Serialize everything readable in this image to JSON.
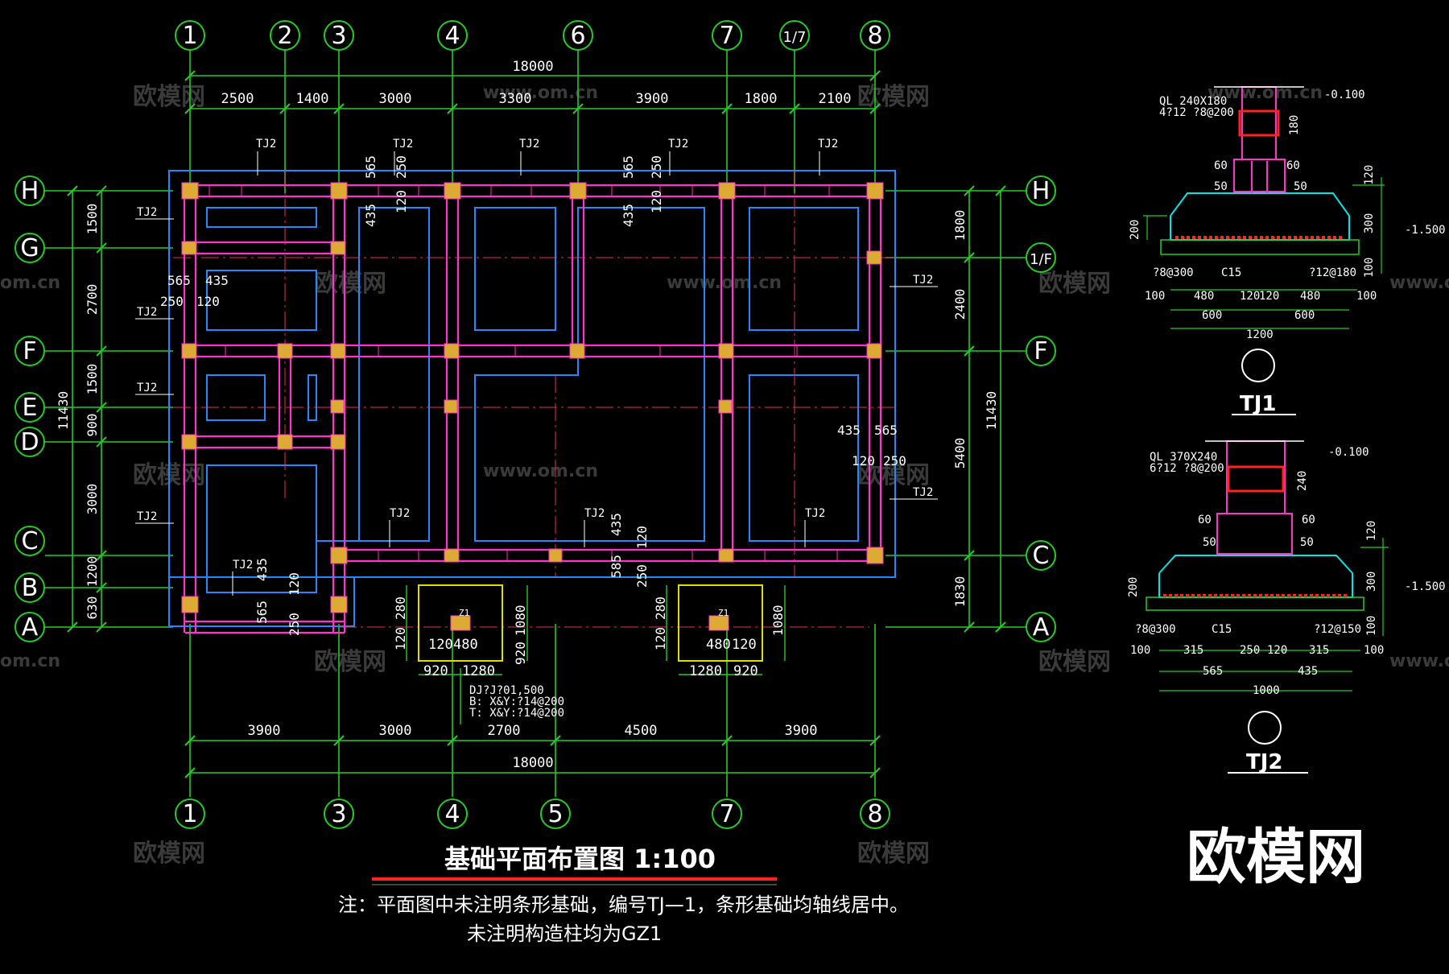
{
  "title": "基础平面布置图 1:100",
  "notes": [
    "注：平面图中未注明条形基础，编号TJ—1，条形基础均轴线居中。",
    "未注明构造柱均为GZ1"
  ],
  "brand": "欧模网",
  "watermarks": [
    "欧模网",
    "www.om.cn",
    "om.cn"
  ],
  "colors": {
    "grid": "#22cc22",
    "beam": "#ff33cc",
    "found": "#2288ff",
    "col": "#ddaa33",
    "footing": "#dddd00",
    "red": "#ff2222",
    "cyan": "#00e5e5"
  },
  "axes_top": [
    "1",
    "2",
    "3",
    "4",
    "6",
    "7",
    "1/7",
    "8"
  ],
  "axes_bottom": [
    "1",
    "3",
    "4",
    "5",
    "7",
    "8"
  ],
  "axes_rows": [
    "H",
    "G",
    "F",
    "E",
    "D",
    "C",
    "B",
    "A"
  ],
  "axes_rows_right": [
    "H",
    "1/F",
    "F",
    "C",
    "A"
  ],
  "dims_top_total": "18000",
  "dims_top": [
    "2500",
    "1400",
    "3000",
    "3300",
    "3900",
    "1800",
    "2100"
  ],
  "dims_bottom": [
    "3900",
    "3000",
    "2700",
    "4500",
    "3900"
  ],
  "dims_bottom_total": "18000",
  "dims_left": [
    "1500",
    "2700",
    "1500",
    "900",
    "3000",
    "1200",
    "630"
  ],
  "dims_left_total": "11430",
  "dims_right": [
    "1800",
    "2400",
    "5400",
    "1830"
  ],
  "dims_right_total": "11430",
  "tag": "TJ2",
  "plan_labels": {
    "d565": "565",
    "d435": "435",
    "d250": "250",
    "d120": "120",
    "d585": "585"
  },
  "footing_labels": {
    "j280": "280",
    "j120": "120",
    "j1080": "1080",
    "j920": "920",
    "j480": "480",
    "j1280": "1280",
    "z1": "Z1",
    "dj1": "DJ?J?01,500",
    "dj2": "B: X&Y:?14@200",
    "dj3": "T: X&Y:?14@200"
  },
  "tj1": {
    "name": "TJ1",
    "ql": "QL 240X180",
    "ql_bars": "4?12 ?8@200",
    "d0100": "-0.100",
    "d180": "180",
    "d60": "60",
    "d50": "50",
    "d120": "120",
    "d200": "200",
    "d300": "300",
    "d100": "100",
    "d1500": "-1.500",
    "rebar_l": "?8@300",
    "c15": "C15",
    "rebar_r": "?12@180",
    "bot": [
      "100",
      "480",
      "120",
      "120",
      "480",
      "100"
    ],
    "half": [
      "600",
      "600"
    ],
    "total": "1200"
  },
  "tj2": {
    "name": "TJ2",
    "ql": "QL 370X240",
    "ql_bars": "6?12 ?8@200",
    "d0100": "-0.100",
    "d240": "240",
    "d60": "60",
    "d50": "50",
    "d120": "120",
    "d200": "200",
    "d300": "300",
    "d100": "100",
    "d1500": "-1.500",
    "rebar_l": "?8@300",
    "c15": "C15",
    "rebar_r": "?12@150",
    "bot": [
      "100",
      "315",
      "250",
      "120",
      "315",
      "100"
    ],
    "half": [
      "565",
      "435"
    ],
    "total": "1000"
  }
}
